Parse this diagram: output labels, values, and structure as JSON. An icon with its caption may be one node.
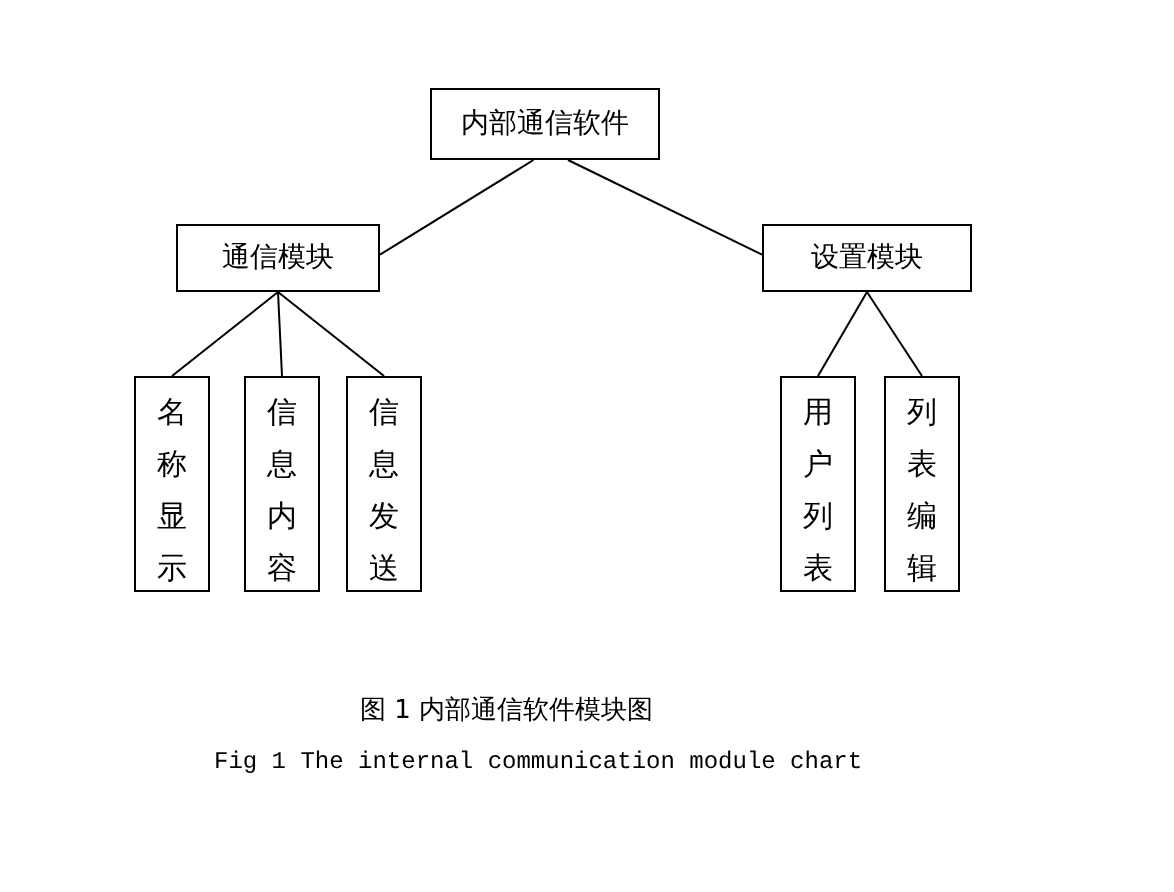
{
  "diagram": {
    "caption": "图 1 内部通信软件模块图",
    "nodes": [
      {
        "text": [
          "内部通信软件"
        ]
      },
      {
        "text": [
          "通信模块"
        ]
      },
      {
        "text": [
          "设置模块"
        ]
      },
      {
        "text": [
          "名称显示"
        ]
      },
      {
        "text": [
          "信息内容"
        ]
      },
      {
        "text": [
          "信息发送"
        ]
      },
      {
        "text": [
          "用户列表"
        ]
      },
      {
        "text": [
          "列表编辑"
        ]
      }
    ],
    "edges": [
      {
        "from": 0,
        "to": 1,
        "arrow": "none"
      },
      {
        "from": 0,
        "to": 2,
        "arrow": "none"
      },
      {
        "from": 1,
        "to": 3,
        "arrow": "none"
      },
      {
        "from": 1,
        "to": 4,
        "arrow": "none"
      },
      {
        "from": 1,
        "to": 5,
        "arrow": "none"
      },
      {
        "from": 2,
        "to": 6,
        "arrow": "none"
      },
      {
        "from": 2,
        "to": 7,
        "arrow": "none"
      }
    ],
    "labels": [
      "Fig 1 The internal communication module chart"
    ]
  }
}
